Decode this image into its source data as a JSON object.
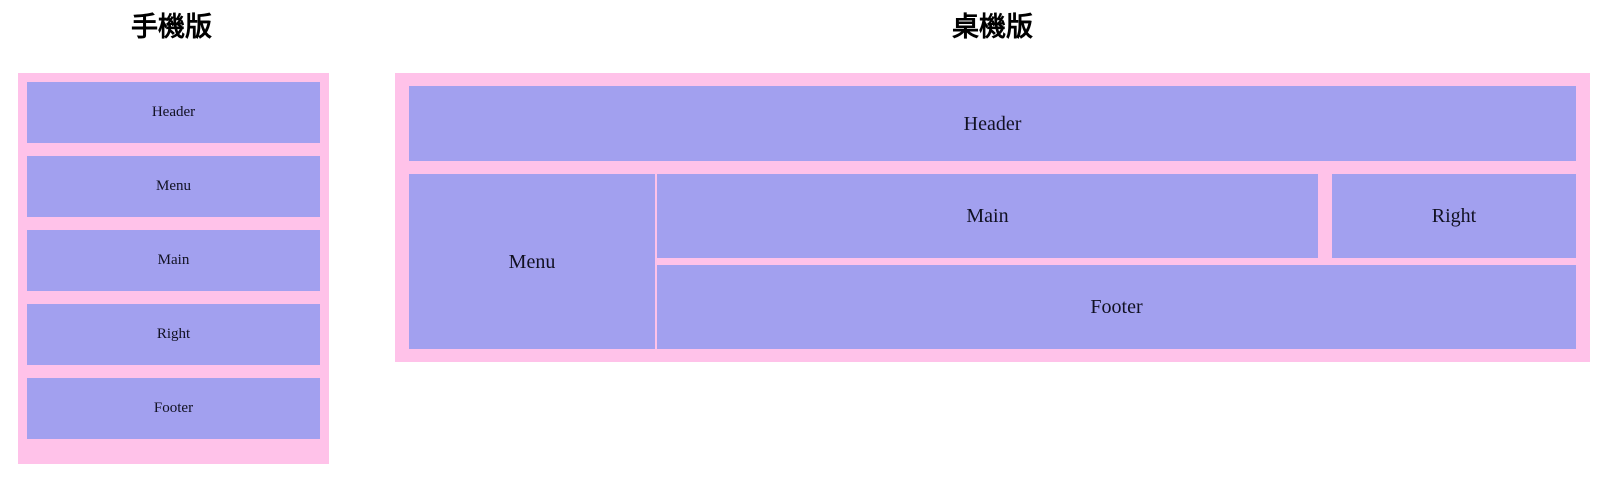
{
  "page": {
    "background_color": "#ffffff",
    "frame_color": "#ffc2e9",
    "cell_color": "#a2a0ef",
    "text_color": "#111122"
  },
  "diagrams": [
    {
      "id": "mobile",
      "title": "手機版",
      "description": "single column stacked layout",
      "regions": [
        {
          "key": "header",
          "label": "Header"
        },
        {
          "key": "menu",
          "label": "Menu"
        },
        {
          "key": "main",
          "label": "Main"
        },
        {
          "key": "right",
          "label": "Right"
        },
        {
          "key": "footer",
          "label": "Footer"
        }
      ]
    },
    {
      "id": "desktop",
      "title": "桌機版",
      "description": "header on top, menu sidebar on left, main and right side by side, footer below",
      "regions": [
        {
          "key": "header",
          "label": "Header"
        },
        {
          "key": "menu",
          "label": "Menu"
        },
        {
          "key": "main",
          "label": "Main"
        },
        {
          "key": "right",
          "label": "Right"
        },
        {
          "key": "footer",
          "label": "Footer"
        }
      ]
    }
  ]
}
